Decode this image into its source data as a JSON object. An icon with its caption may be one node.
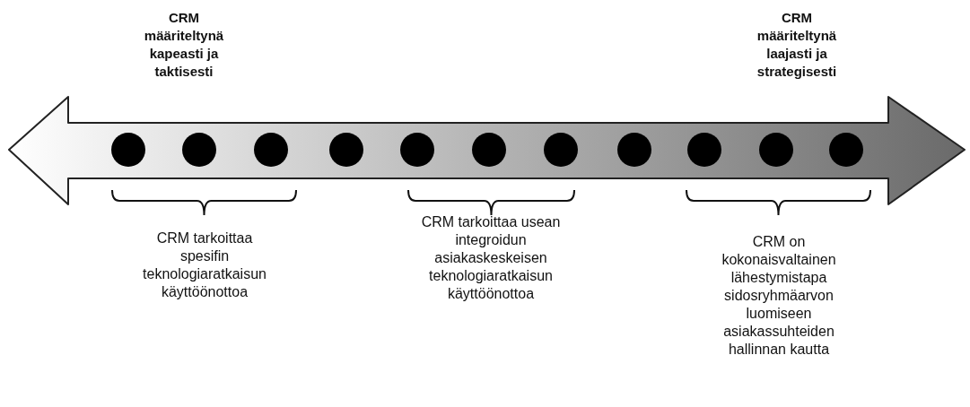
{
  "diagram": {
    "nodes": [
      {
        "text": [],
        "shape": "circle"
      },
      {
        "text": [],
        "shape": "circle"
      },
      {
        "text": [],
        "shape": "circle"
      },
      {
        "text": [],
        "shape": "circle"
      },
      {
        "text": [],
        "shape": "circle"
      },
      {
        "text": [],
        "shape": "circle"
      },
      {
        "text": [],
        "shape": "circle"
      },
      {
        "text": [],
        "shape": "circle"
      },
      {
        "text": [],
        "shape": "circle"
      },
      {
        "text": [],
        "shape": "circle"
      },
      {
        "text": [],
        "shape": "circle"
      }
    ],
    "labels": [
      "CRM määriteltynä kapeasti ja taktisesti",
      "CRM määriteltynä laajasti ja strategisesti",
      "CRM tarkoittaa spesifin teknologiaratkaisun käyttöönottoa",
      "CRM tarkoittaa usean integroidun asiakaskeskeisen teknologiaratkaisun käyttöönottoa",
      "CRM on kokonaisvaltainen lähestymistapa sidosryhmäarvon luomiseen asiakassuhteiden hallinnan kautta"
    ]
  }
}
